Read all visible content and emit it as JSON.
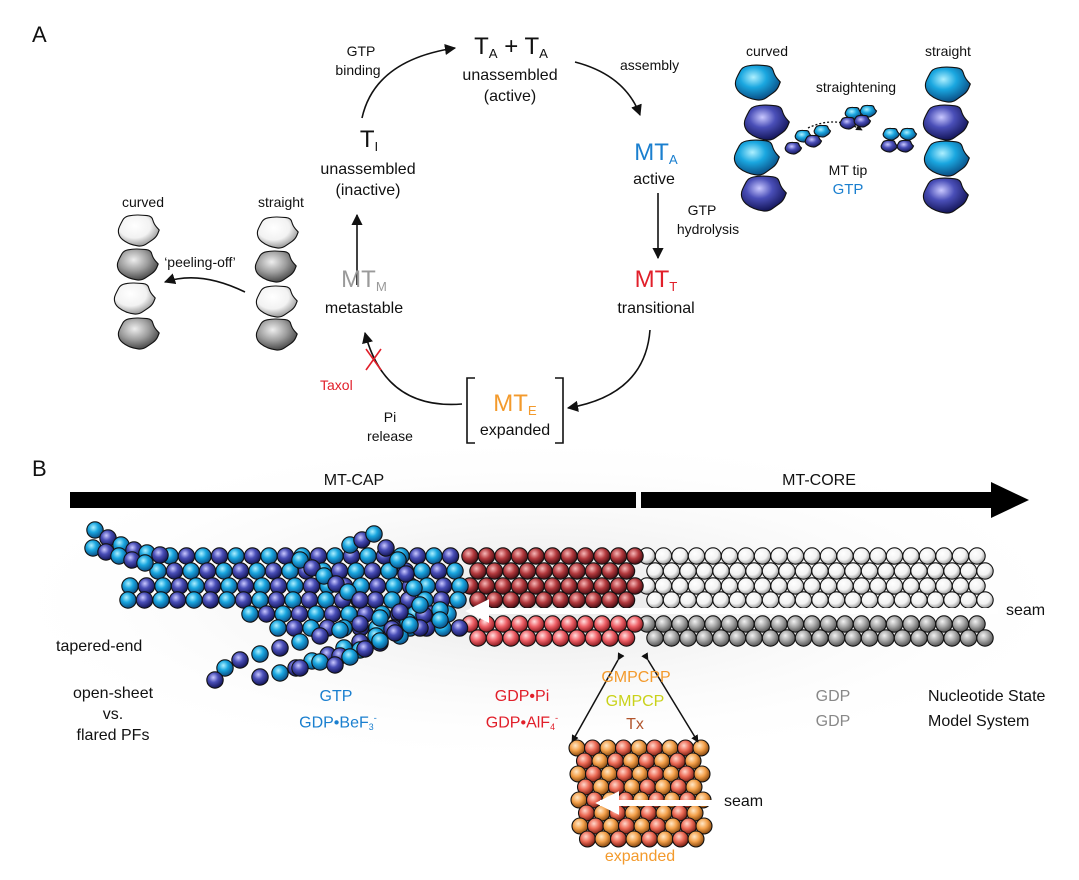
{
  "panel_a": {
    "label": "A",
    "cycle": {
      "top_state": {
        "main": "T",
        "sub": "A",
        "plus": " + T",
        "sub2": "A",
        "line2": "unassembled",
        "line3": "(active)"
      },
      "active_state": {
        "main": "MT",
        "sub": "A",
        "desc": "active"
      },
      "transitional_state": {
        "main": "MT",
        "sub": "T",
        "desc": "transitional"
      },
      "expanded_state": {
        "main": "MT",
        "sub": "E",
        "desc": "expanded"
      },
      "metastable_state": {
        "main": "MT",
        "sub": "M",
        "desc": "metastable"
      },
      "inactive_state": {
        "main": "T",
        "sub": "I",
        "line2": "unassembled",
        "line3": "(inactive)"
      },
      "arrows": {
        "assembly": "assembly",
        "gtp_hydrolysis_1": "GTP",
        "gtp_hydrolysis_2": "hydrolysis",
        "pi_release_1": "Pi",
        "pi_release_2": "release",
        "taxol": "Taxol",
        "gtp_binding_1": "GTP",
        "gtp_binding_2": "binding"
      }
    },
    "right_inset": {
      "curved": "curved",
      "straight": "straight",
      "straightening": "straightening",
      "mt_tip": "MT tip",
      "gtp": "GTP"
    },
    "left_inset": {
      "curved": "curved",
      "straight": "straight",
      "peeling": "‘peeling-off’"
    }
  },
  "panel_b": {
    "label": "B",
    "mt_cap": "MT-CAP",
    "mt_core": "MT-CORE",
    "seam_main": "seam",
    "seam_expanded": "seam",
    "tapered_end": "tapered-end",
    "open_sheet_1": "open-sheet",
    "open_sheet_2": "vs.",
    "open_sheet_3": "flared PFs",
    "gtp_col": {
      "line1": "GTP",
      "line2": "GDP•BeF",
      "sub2": "3",
      "sup2": "-"
    },
    "gdppi_col": {
      "line1": "GDP•Pi",
      "line2": "GDP•AlF",
      "sub2": "4",
      "sup2": "-"
    },
    "expanded_nucleotides": {
      "line1": "GMPCPP",
      "line2": "GMPCP",
      "line3": "Tx"
    },
    "gdp_col": {
      "line1": "GDP",
      "line2": "GDP"
    },
    "legend": {
      "line1": "Nucleotide State",
      "line2": "Model System"
    },
    "expanded_label": "expanded"
  },
  "colors": {
    "blue": "#1a7fcf",
    "red": "#e11f2a",
    "orange": "#f39a2c",
    "yellow_green": "#c9d21a",
    "brown": "#b2552c",
    "gray": "#9a9a9a",
    "tubulin_cyan": "#1aa7e0",
    "tubulin_purple": "#3a3fa0"
  }
}
